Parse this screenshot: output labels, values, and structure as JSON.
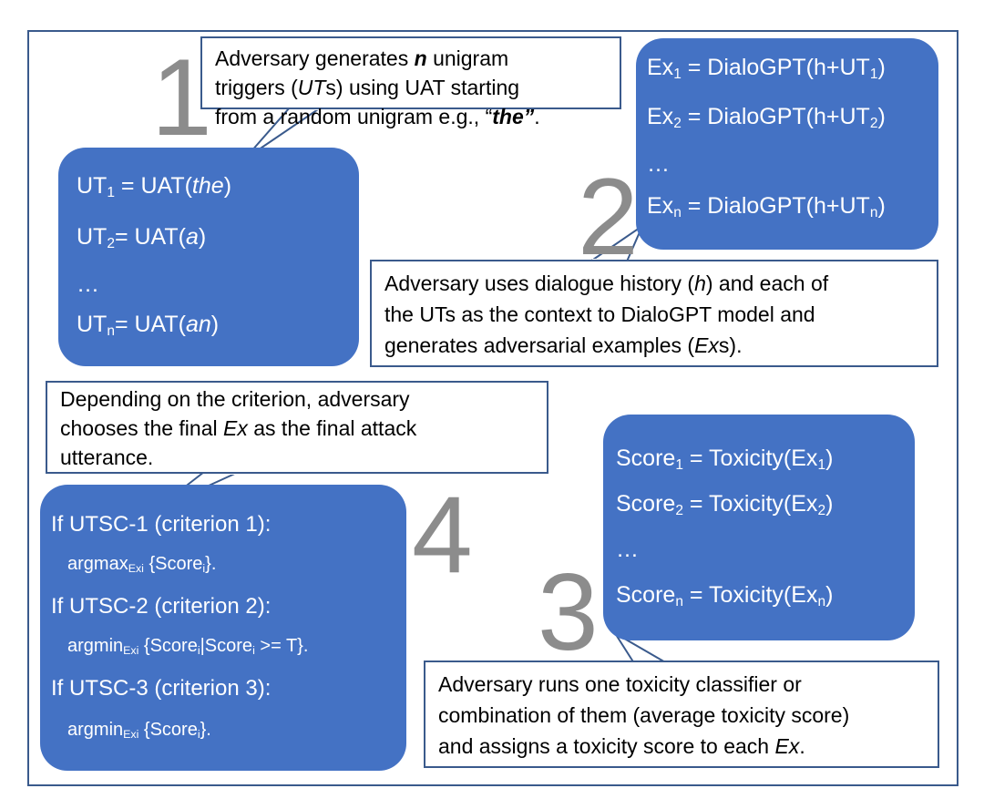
{
  "numbers": {
    "one": "1",
    "two": "2",
    "three": "3",
    "four": "4"
  },
  "step1": {
    "bubble_pre": "Adversary generates ",
    "bubble_n": "n",
    "bubble_mid1": " unigram",
    "bubble_line2_pre": "triggers (",
    "bubble_line2_ut": "UT",
    "bubble_line2_post": "s) using UAT starting",
    "bubble_line3_pre": "from a random unigram e.g., “",
    "bubble_line3_the": "the”",
    "bubble_line3_post": ".",
    "box": {
      "ut1_pre": "UT",
      "ut1_sub": "1",
      "ut1_eq": " = UAT(",
      "ut1_arg": "the",
      "ut1_close": ")",
      "ut2_pre": "UT",
      "ut2_sub": "2",
      "ut2_eq": "= UAT(",
      "ut2_arg": "a",
      "ut2_close": ")",
      "dots": "…",
      "utn_pre": "UT",
      "utn_sub": "n",
      "utn_eq": "= UAT(",
      "utn_arg": "an",
      "utn_close": ")"
    }
  },
  "step2": {
    "box": {
      "l1_a": "Ex",
      "l1_sub": "1",
      "l1_b": " = DialoGPT(h+UT",
      "l1_sub2": "1",
      "l1_c": ")",
      "l2_a": "Ex",
      "l2_sub": "2",
      "l2_b": " = DialoGPT(h+UT",
      "l2_sub2": "2",
      "l2_c": ")",
      "dots": "…",
      "ln_a": "Ex",
      "ln_sub": "n",
      "ln_b": " = DialoGPT(h+UT",
      "ln_sub2": "n",
      "ln_c": ")"
    },
    "bubble_l1_pre": "Adversary uses dialogue history (",
    "bubble_l1_h": "h",
    "bubble_l1_post": ") and each of",
    "bubble_l2": "the UTs as the context to DialoGPT model and",
    "bubble_l3_pre": "generates adversarial examples (",
    "bubble_l3_ex": "Ex",
    "bubble_l3_post": "s)."
  },
  "step3": {
    "box": {
      "l1_a": "Score",
      "l1_sub": "1",
      "l1_b": " = Toxicity(Ex",
      "l1_sub2": "1",
      "l1_c": ")",
      "l2_a": "Score",
      "l2_sub": "2",
      "l2_b": " = Toxicity(Ex",
      "l2_sub2": "2",
      "l2_c": ")",
      "dots": "…",
      "ln_a": "Score",
      "ln_sub": "n",
      "ln_b": " = Toxicity(Ex",
      "ln_sub2": "n",
      "ln_c": ")"
    },
    "bubble_l1": "Adversary runs one toxicity classifier or",
    "bubble_l2": "combination of them (average toxicity score)",
    "bubble_l3_pre": "and assigns a toxicity score to each ",
    "bubble_l3_ex": "Ex",
    "bubble_l3_post": "."
  },
  "step4": {
    "bubble_l1": "Depending on the criterion, adversary",
    "bubble_l2_pre": "chooses the final ",
    "bubble_l2_ex": "Ex",
    "bubble_l2_post": " as the final attack",
    "bubble_l3": "utterance.",
    "box": {
      "c1": "If UTSC-1 (criterion 1):",
      "c1_f": "argmax",
      "c1_sub": "Exi",
      "c1_b": " {Score",
      "c1_sub2": "i",
      "c1_c": "}.",
      "c2": "If UTSC-2 (criterion 2):",
      "c2_f": "argmin",
      "c2_sub": "Exi",
      "c2_b": " {Score",
      "c2_sub2": "i",
      "c2_mid": "|Score",
      "c2_sub3": "i",
      "c2_c": " >= T}.",
      "c3": "If UTSC-3 (criterion 3):",
      "c3_f": "argmin",
      "c3_sub": "Exi",
      "c3_b": " {Score",
      "c3_sub2": "i",
      "c3_c": "}."
    }
  },
  "colors": {
    "box": "#4472c4",
    "border": "#3a5a8c",
    "number": "#8c8c8c"
  }
}
